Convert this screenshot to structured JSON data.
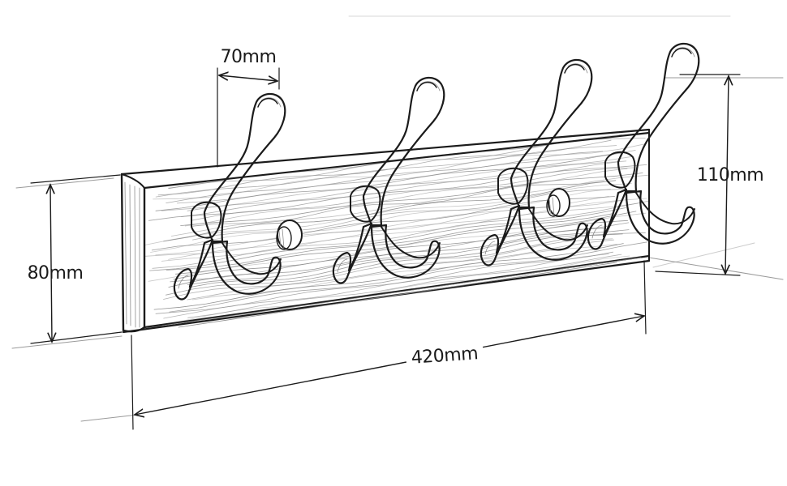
{
  "diagram": {
    "subject": "wall-mounted coat rack with four triple hooks",
    "dimensions": {
      "hook_spacing": "70mm",
      "hook_height": "110mm",
      "board_height": "80mm",
      "board_length": "420mm"
    },
    "counts": {
      "hooks": 4,
      "mounting_holes": 2
    }
  }
}
